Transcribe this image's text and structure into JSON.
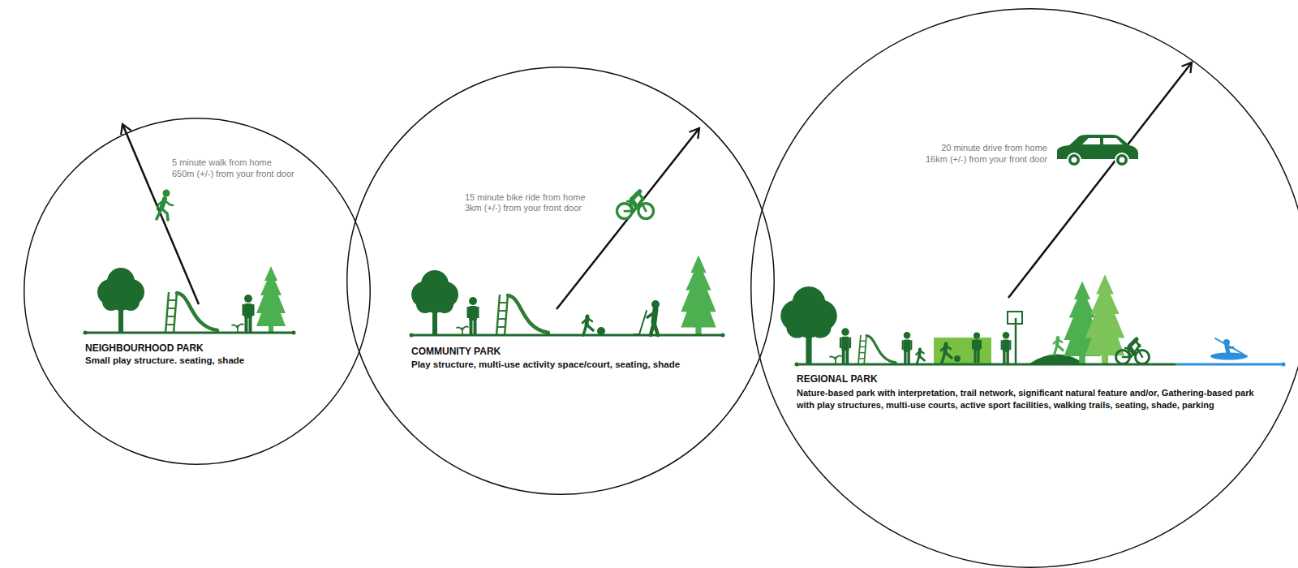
{
  "diagram": {
    "nodes": [
      {
        "text": [
          "5 minute walk from home",
          "650m (+/-) from your front door",
          "NEIGHBOURHOOD PARK",
          "Small play structure. seating, shade"
        ]
      },
      {
        "text": [
          "15 minute bike ride from home",
          "3km (+/-) from your front door",
          "COMMUNITY PARK",
          "Play structure, multi-use activity space/court, seating, shade"
        ]
      },
      {
        "text": [
          "20 minute drive from home",
          "16km (+/-) from your front door",
          "REGIONAL PARK",
          "Nature-based park with interpretation, trail network, significant natural feature and/or, Gathering-based park with play structures, multi-use courts, active sport facilities, walking trails, seating, shade, parking"
        ]
      }
    ]
  }
}
